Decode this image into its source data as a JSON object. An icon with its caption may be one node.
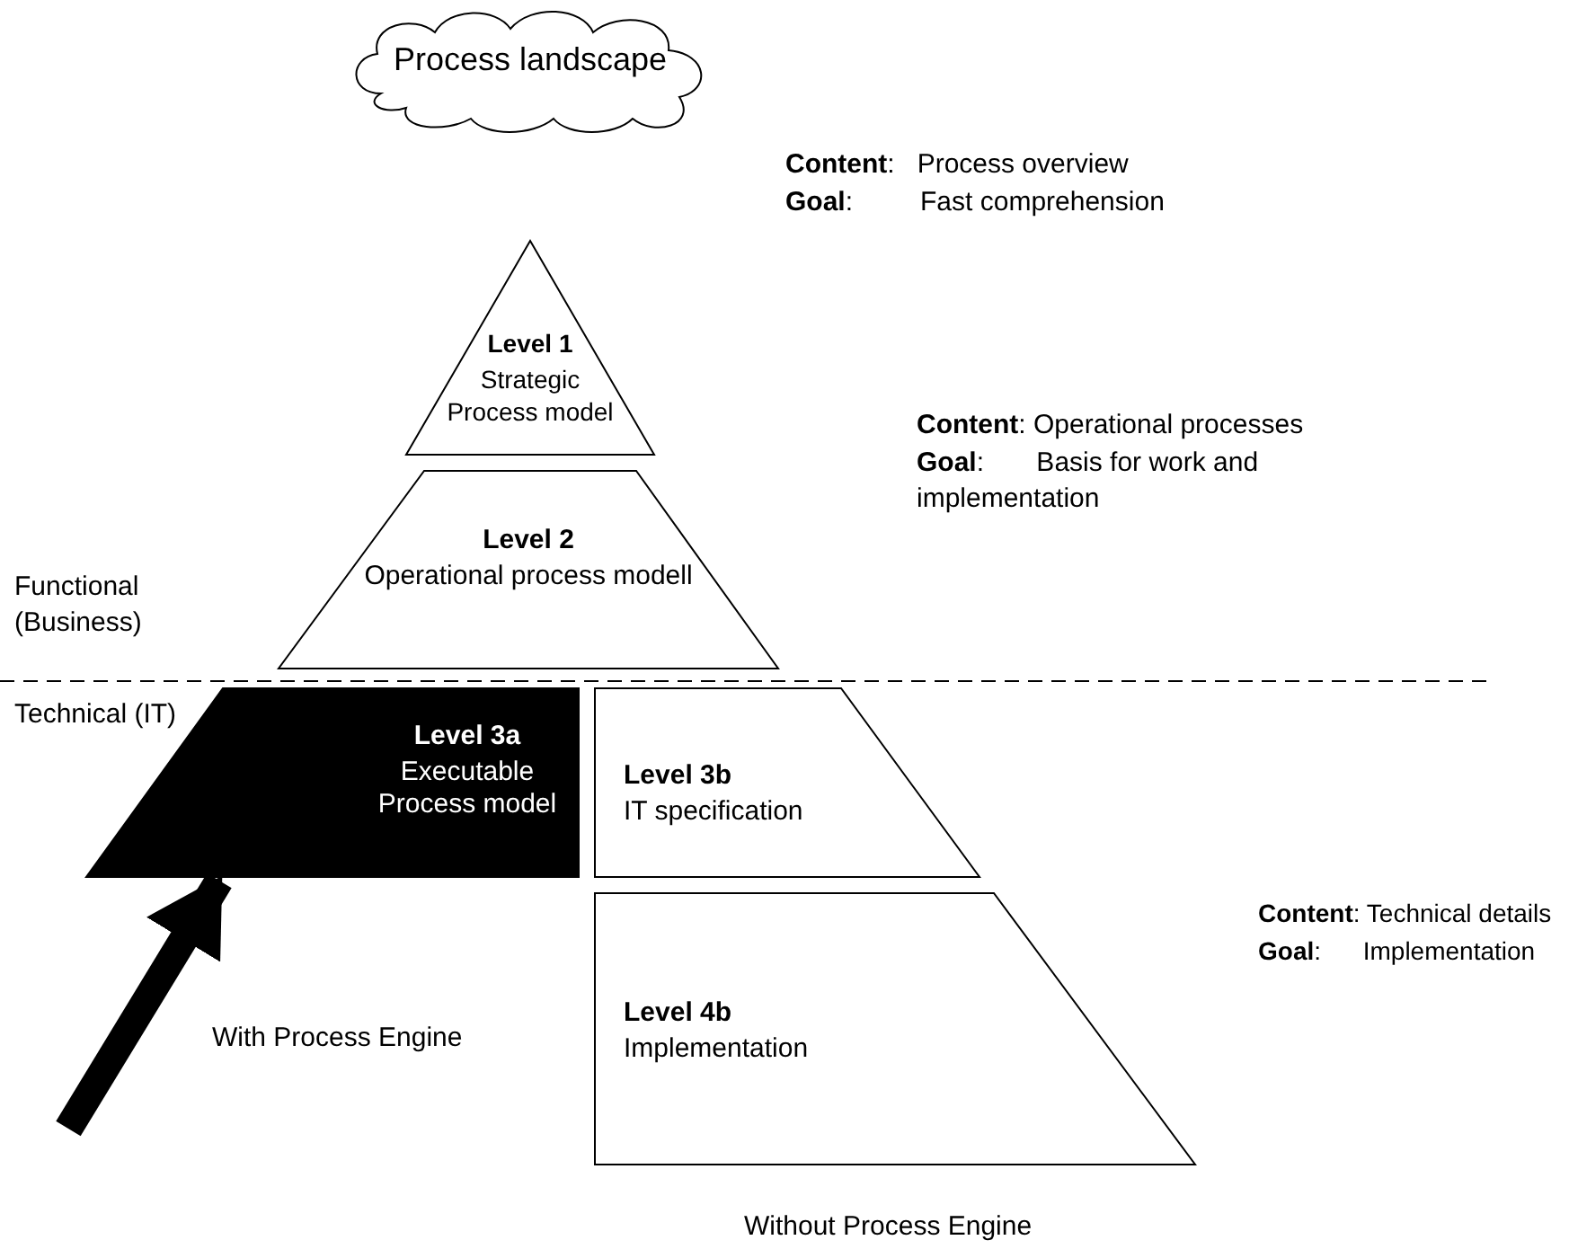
{
  "diagram": {
    "nodes": [
      {
        "text": [
          "Process landscape"
        ]
      },
      {
        "text": [
          "Level 1",
          "Strategic Process model"
        ]
      },
      {
        "text": [
          "Level 2",
          "Operational process modell"
        ]
      },
      {
        "text": [
          "Level 3a",
          "Executable Process model"
        ]
      },
      {
        "text": [
          "Level 3b",
          "IT specification"
        ]
      },
      {
        "text": [
          "Level 4b",
          "Implementation"
        ]
      }
    ],
    "edges": [
      {
        "from": null,
        "to": 3,
        "arrow": "to"
      }
    ],
    "labels": [
      "**Content**:   Process overview",
      "**Goal**:         Fast comprehension",
      "**Content**: Operational processes",
      "**Goal**:       Basis for work and implementation",
      "Functional (Business)",
      "Technical (IT)",
      "**Content**: Technical details",
      "**Goal**:      Implementation",
      "With Process Engine",
      "Without Process Engine"
    ]
  }
}
